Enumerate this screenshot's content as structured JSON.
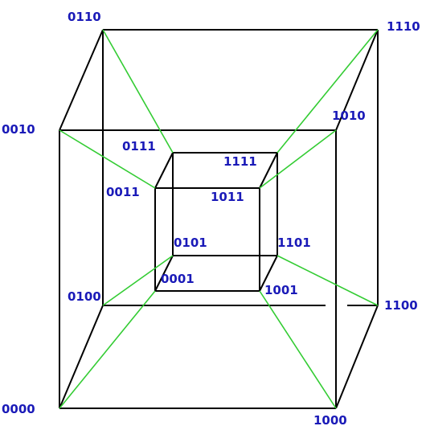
{
  "colors": {
    "edge_color": "#000000",
    "link_color": "#33cc33",
    "label_color": "#1a1ab8",
    "background": "#ffffff"
  },
  "vertices": {
    "v0000": "0000",
    "v0001": "0001",
    "v0010": "0010",
    "v0011": "0011",
    "v0100": "0100",
    "v0101": "0101",
    "v0110": "0110",
    "v0111": "0111",
    "v1000": "1000",
    "v1001": "1001",
    "v1010": "1010",
    "v1011": "1011",
    "v1100": "1100",
    "v1101": "1101",
    "v1110": "1110",
    "v1111": "1111"
  }
}
